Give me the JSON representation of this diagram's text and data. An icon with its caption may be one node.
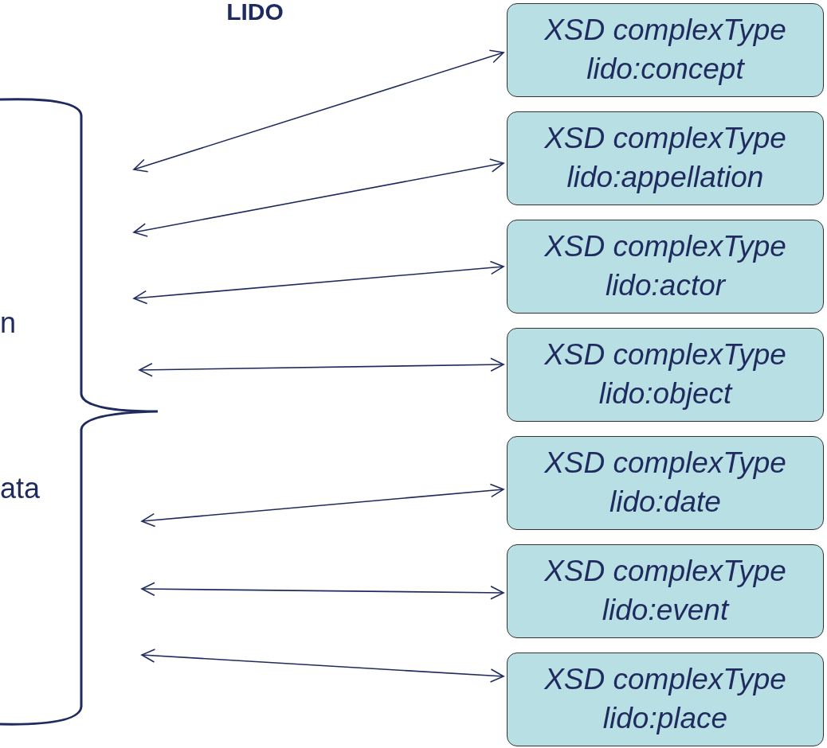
{
  "diagram": {
    "title": "LIDO",
    "nodes": [
      {
        "text": [
          "XSD complexType lido:concept"
        ]
      },
      {
        "text": [
          "XSD complexType lido:appellation"
        ]
      },
      {
        "text": [
          "XSD complexType lido:actor"
        ]
      },
      {
        "text": [
          "XSD complexType lido:object"
        ]
      },
      {
        "text": [
          "XSD complexType lido:date"
        ]
      },
      {
        "text": [
          "XSD complexType lido:event"
        ]
      },
      {
        "text": [
          "XSD complexType lido:place"
        ]
      }
    ],
    "edges": [
      {
        "from": null,
        "to": 0,
        "arrow": "both"
      },
      {
        "from": null,
        "to": 1,
        "arrow": "both"
      },
      {
        "from": null,
        "to": 2,
        "arrow": "both"
      },
      {
        "from": null,
        "to": 3,
        "arrow": "both"
      },
      {
        "from": null,
        "to": 4,
        "arrow": "both"
      },
      {
        "from": null,
        "to": 5,
        "arrow": "both"
      },
      {
        "from": null,
        "to": 6,
        "arrow": "both"
      }
    ],
    "labels": [
      "n",
      "ata"
    ]
  }
}
